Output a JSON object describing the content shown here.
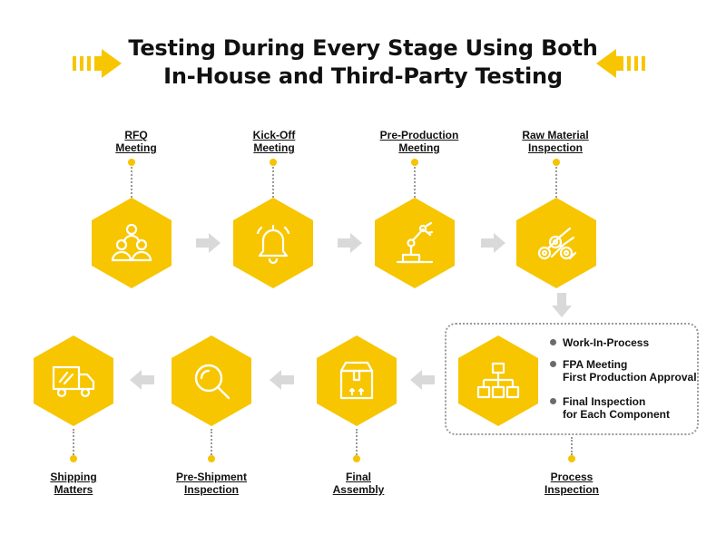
{
  "title": {
    "line1": "Testing During Every Stage Using Both",
    "line2": "In-House and Third-Party Testing"
  },
  "steps": [
    {
      "label1": "RFQ",
      "label2": "Meeting",
      "icon": "people-group-icon"
    },
    {
      "label1": "Kick-Off",
      "label2": "Meeting",
      "icon": "bell-icon"
    },
    {
      "label1": "Pre-Production",
      "label2": "Meeting",
      "icon": "robotic-arm-icon"
    },
    {
      "label1": "Raw Material",
      "label2": "Inspection",
      "icon": "pipes-icon"
    },
    {
      "label1": "Process",
      "label2": "Inspection",
      "icon": "hierarchy-icon"
    },
    {
      "label1": "Final",
      "label2": "Assembly",
      "icon": "box-icon"
    },
    {
      "label1": "Pre-Shipment",
      "label2": "Inspection",
      "icon": "magnifier-icon"
    },
    {
      "label1": "Shipping",
      "label2": "Matters",
      "icon": "truck-icon"
    }
  ],
  "process_details": [
    {
      "line1": "Work-In-Process",
      "line2": ""
    },
    {
      "line1": "FPA Meeting",
      "line2": "First Production Approval"
    },
    {
      "line1": "Final Inspection",
      "line2": "for Each Component"
    }
  ],
  "colors": {
    "hex": "#f7c600",
    "arrow": "#d9d9d9",
    "dot": "#f5c400"
  }
}
